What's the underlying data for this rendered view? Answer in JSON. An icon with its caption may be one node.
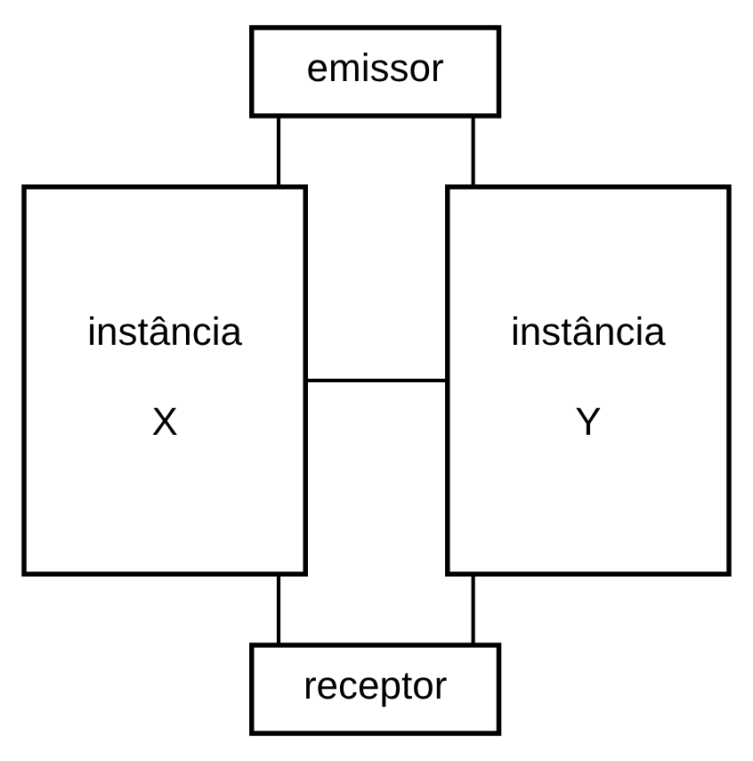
{
  "diagram": {
    "nodes": [
      {
        "text": [
          "emissor"
        ]
      },
      {
        "text": [
          "instância",
          "X"
        ]
      },
      {
        "text": [
          "instância",
          "Y"
        ]
      },
      {
        "text": [
          "receptor"
        ]
      }
    ],
    "edges": [
      {
        "from": 0,
        "to": 1,
        "arrow": "none"
      },
      {
        "from": 0,
        "to": 2,
        "arrow": "none"
      },
      {
        "from": 1,
        "to": 2,
        "arrow": "none"
      },
      {
        "from": 1,
        "to": 3,
        "arrow": "none"
      },
      {
        "from": 2,
        "to": 3,
        "arrow": "none"
      }
    ]
  }
}
